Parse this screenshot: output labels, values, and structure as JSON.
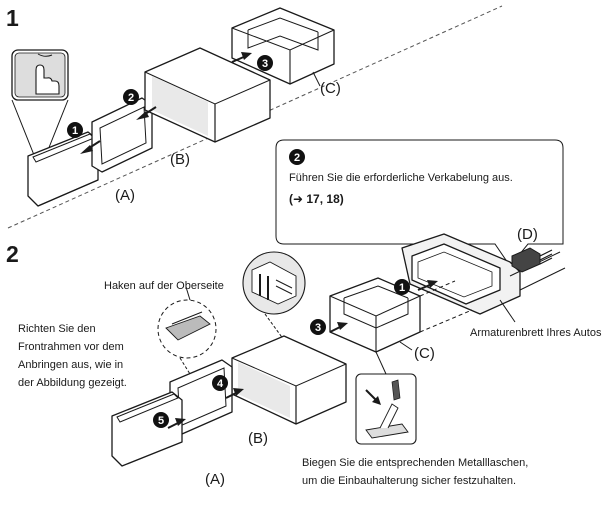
{
  "section1": {
    "step_number": "1",
    "label_a": "(A)",
    "label_b": "(B)",
    "label_c": "(C)",
    "step_badges": [
      "1",
      "2",
      "3"
    ]
  },
  "section2": {
    "step_number": "2",
    "callout": {
      "badge": "2",
      "text": "Führen Sie die erforderliche Verkabelung aus.",
      "reference": "(➜ 17, 18)"
    },
    "label_a": "(A)",
    "label_b": "(B)",
    "label_c": "(C)",
    "label_d": "(D)",
    "step_badges": [
      "1",
      "3",
      "4",
      "5"
    ],
    "hook_label": "Haken auf der Oberseite",
    "align_note": [
      "Richten Sie den",
      "Frontrahmen vor dem",
      "Anbringen aus, wie in",
      "der Abbildung gezeigt."
    ],
    "dashboard_label": "Armaturenbrett Ihres Autos",
    "bend_note": [
      "Biegen Sie die entsprechenden Metalllaschen,",
      "um die Einbauhalterung sicher festzuhalten."
    ]
  }
}
